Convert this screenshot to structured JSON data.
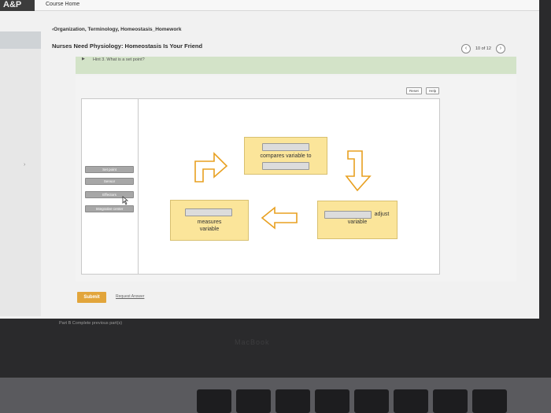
{
  "header": {
    "brand": "A&P",
    "course_home": "Course Home"
  },
  "breadcrumb": "‹Organization, Terminology, Homeostasis_Homework",
  "title": "Nurses Need Physiology: Homeostasis Is Your Friend",
  "pager": {
    "prev": "‹",
    "label": "10 of 12",
    "next": "›"
  },
  "hint": {
    "caret": "▶",
    "text": "Hint 3. What is a set point?"
  },
  "toolbar": {
    "reset": "Reset",
    "help": "Help"
  },
  "labels": [
    "Set point",
    "Sensor",
    "Effectors",
    "Integrative center"
  ],
  "diagram": {
    "top_box": "compares variable to",
    "left_box_line1": "measures",
    "left_box_line2": "variable",
    "right_box_line1": "adjust",
    "right_box_line2": "variable"
  },
  "actions": {
    "submit": "Submit",
    "request_answer": "Request Answer"
  },
  "part_b": "Part B  Complete previous part(s)",
  "bezel": "MacBook",
  "side_arrow": "›"
}
